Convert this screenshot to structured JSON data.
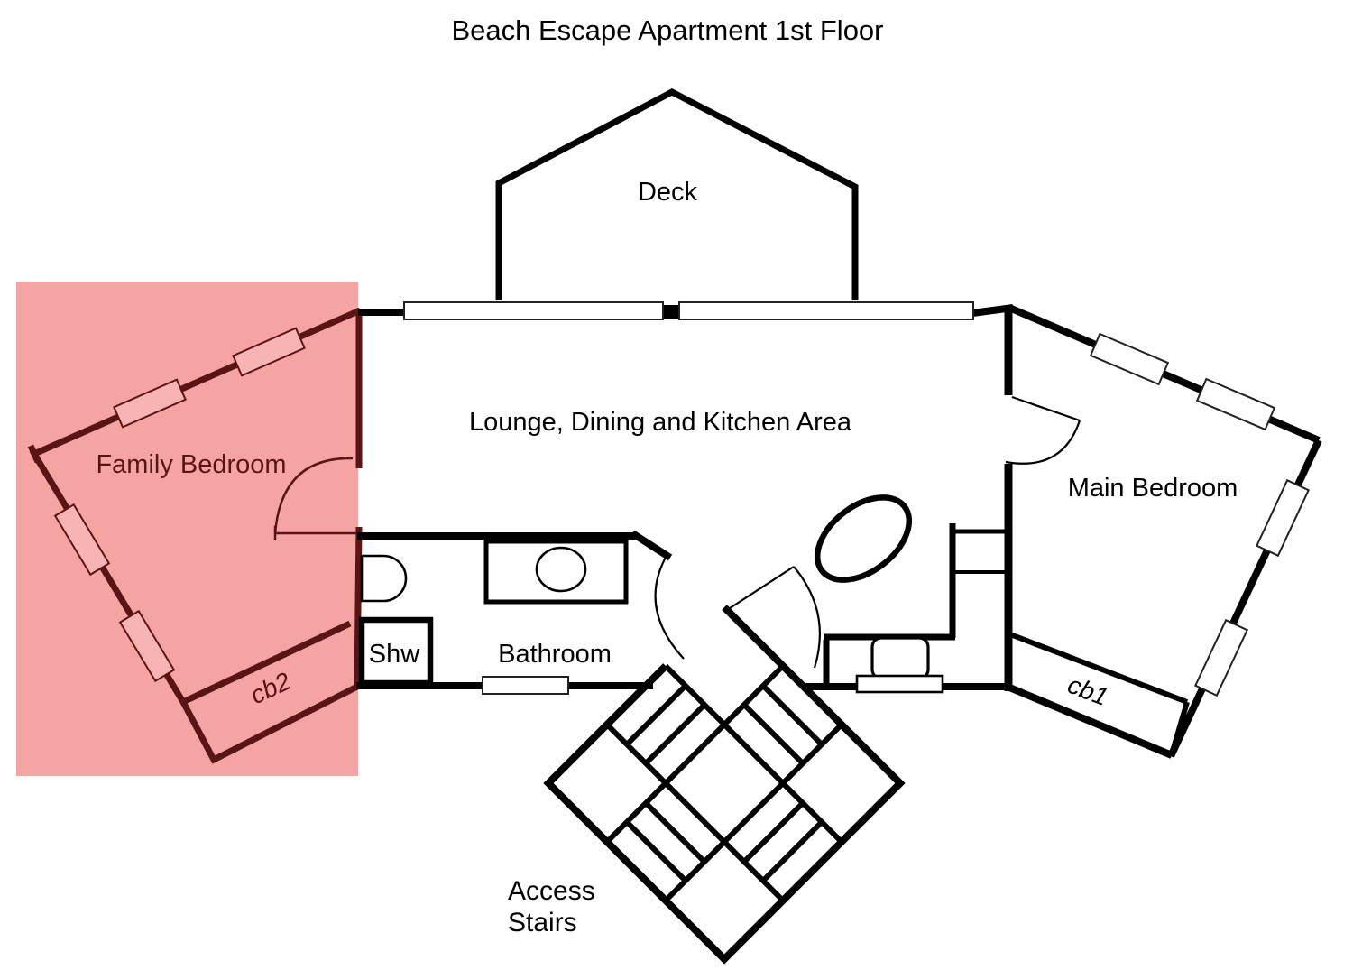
{
  "title": "Beach Escape Apartment 1st Floor",
  "rooms": {
    "deck": "Deck",
    "lounge": "Lounge, Dining and Kitchen Area",
    "family_bedroom": "Family Bedroom",
    "main_bedroom": "Main Bedroom",
    "shower": "Shw",
    "bathroom": "Bathroom",
    "cupboard1": "cb1",
    "cupboard2": "cb2",
    "access_stairs_line1": "Access",
    "access_stairs_line2": "Stairs"
  },
  "colors": {
    "wall": "#000000",
    "highlight_overlay": "#F5A4A4",
    "highlighted_wall": "#5A1414",
    "highlighted_window_fill": "#F8B4B4",
    "window_fill": "#FFFFFF",
    "background": "#FFFFFF"
  }
}
